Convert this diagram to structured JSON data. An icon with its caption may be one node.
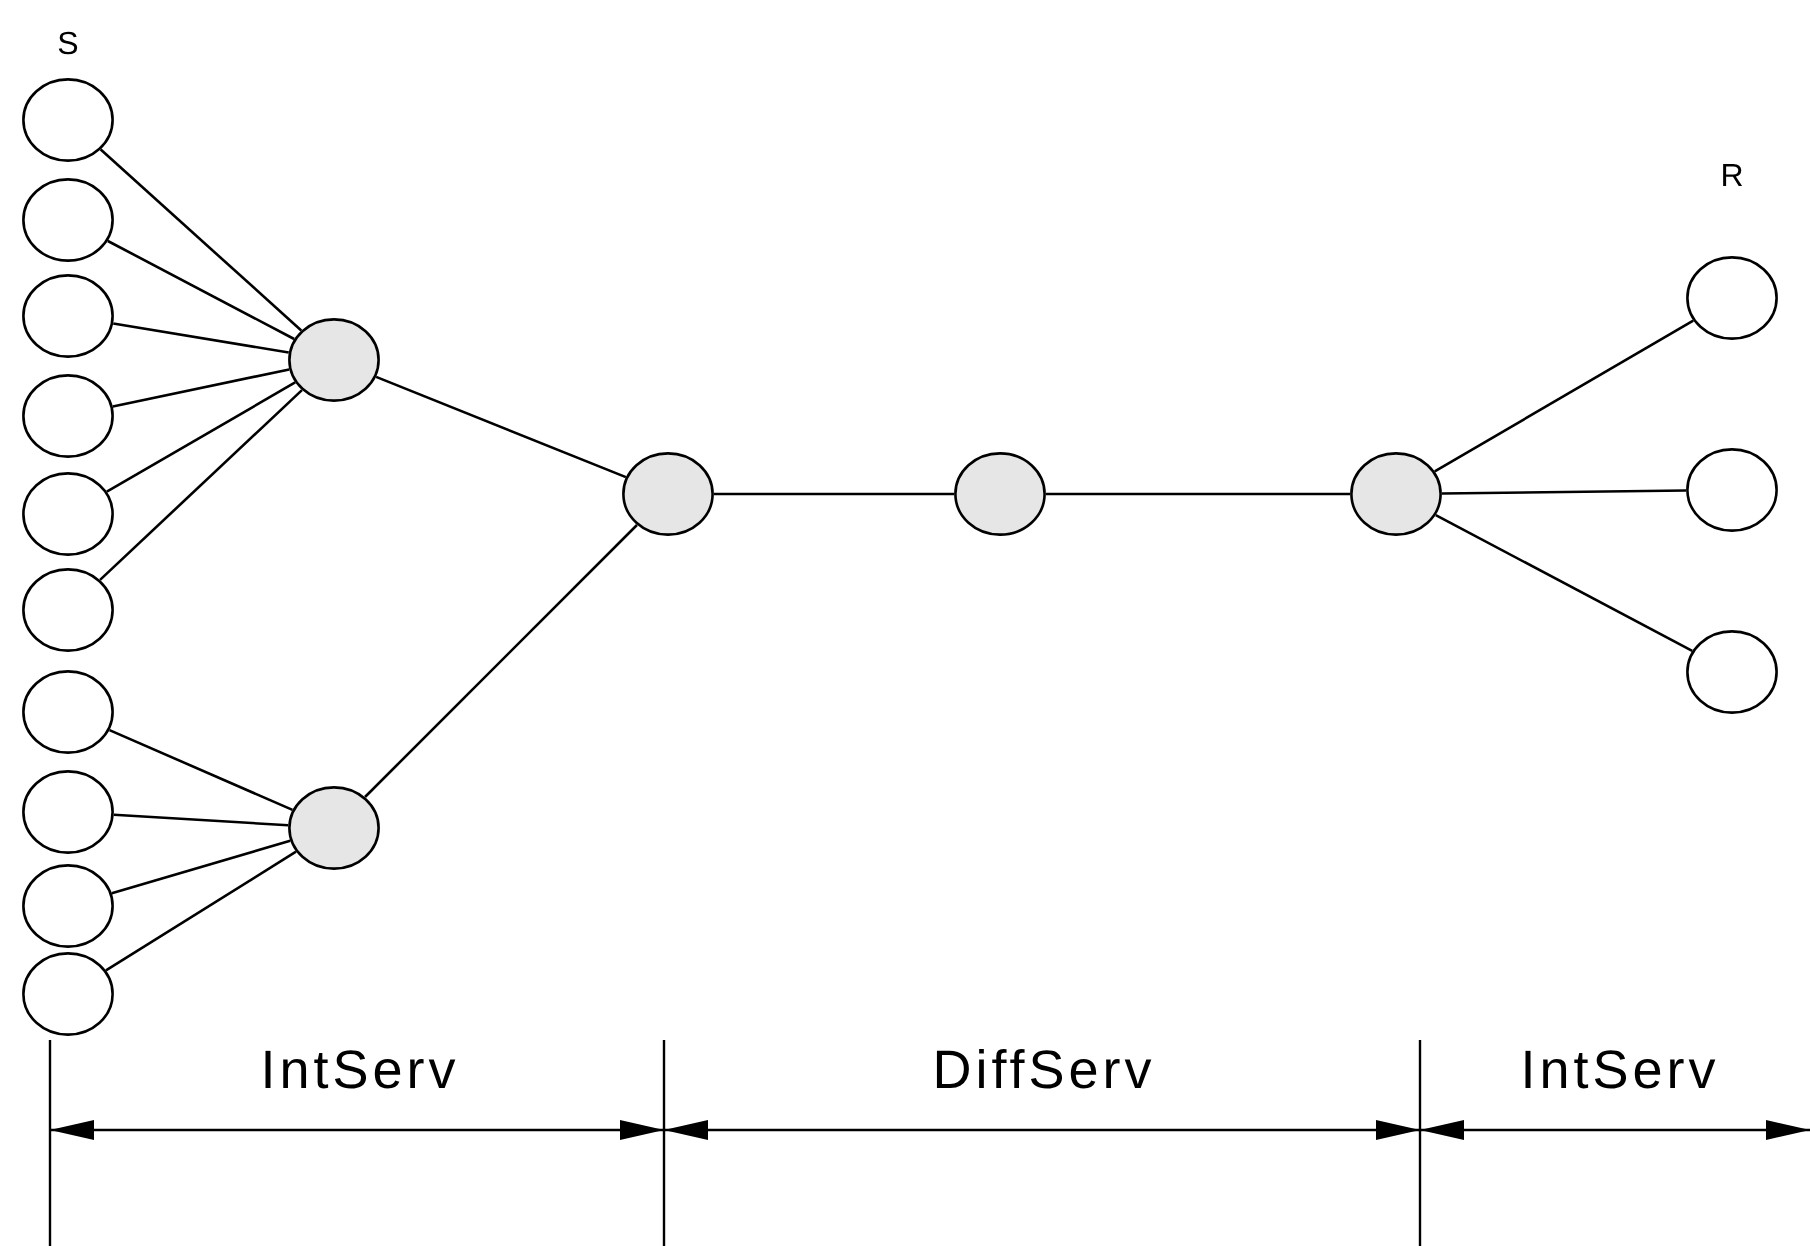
{
  "diagram": {
    "nodes": [
      {
        "text": [],
        "shape": "circle"
      },
      {
        "text": [],
        "shape": "circle"
      },
      {
        "text": [],
        "shape": "circle"
      },
      {
        "text": [],
        "shape": "circle"
      },
      {
        "text": [],
        "shape": "circle"
      },
      {
        "text": [],
        "shape": "circle"
      },
      {
        "text": [],
        "shape": "circle"
      },
      {
        "text": [],
        "shape": "circle"
      },
      {
        "text": [],
        "shape": "circle"
      },
      {
        "text": [],
        "shape": "circle"
      },
      {
        "text": [],
        "shape": "circle"
      },
      {
        "text": [],
        "shape": "circle"
      },
      {
        "text": [],
        "shape": "circle"
      },
      {
        "text": [],
        "shape": "circle"
      },
      {
        "text": [],
        "shape": "circle"
      },
      {
        "text": [],
        "shape": "circle"
      },
      {
        "text": [],
        "shape": "circle"
      },
      {
        "text": [],
        "shape": "circle"
      }
    ],
    "edges": [
      {
        "from": 0,
        "to": 10,
        "arrow": "none"
      },
      {
        "from": 1,
        "to": 10,
        "arrow": "none"
      },
      {
        "from": 2,
        "to": 10,
        "arrow": "none"
      },
      {
        "from": 3,
        "to": 10,
        "arrow": "none"
      },
      {
        "from": 4,
        "to": 10,
        "arrow": "none"
      },
      {
        "from": 5,
        "to": 10,
        "arrow": "none"
      },
      {
        "from": 6,
        "to": 11,
        "arrow": "none"
      },
      {
        "from": 7,
        "to": 11,
        "arrow": "none"
      },
      {
        "from": 8,
        "to": 11,
        "arrow": "none"
      },
      {
        "from": 9,
        "to": 11,
        "arrow": "none"
      },
      {
        "from": 10,
        "to": 12,
        "arrow": "none"
      },
      {
        "from": 11,
        "to": 12,
        "arrow": "none"
      },
      {
        "from": 12,
        "to": 13,
        "arrow": "none"
      },
      {
        "from": 13,
        "to": 14,
        "arrow": "none"
      },
      {
        "from": 14,
        "to": 15,
        "arrow": "none"
      },
      {
        "from": 14,
        "to": 16,
        "arrow": "none"
      },
      {
        "from": 14,
        "to": 17,
        "arrow": "none"
      }
    ],
    "labels": [
      "S",
      "R",
      "IntServ",
      "DiffServ",
      "IntServ"
    ]
  }
}
